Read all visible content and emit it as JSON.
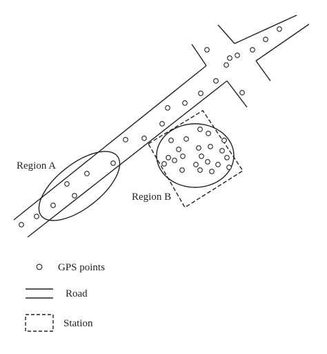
{
  "labels": {
    "region_a": "Region A",
    "region_b": "Region B"
  },
  "legend": {
    "gps": "GPS points",
    "road": "Road",
    "station": "Station"
  },
  "colors": {
    "ink": "#231f20",
    "background": "#ffffff"
  }
}
